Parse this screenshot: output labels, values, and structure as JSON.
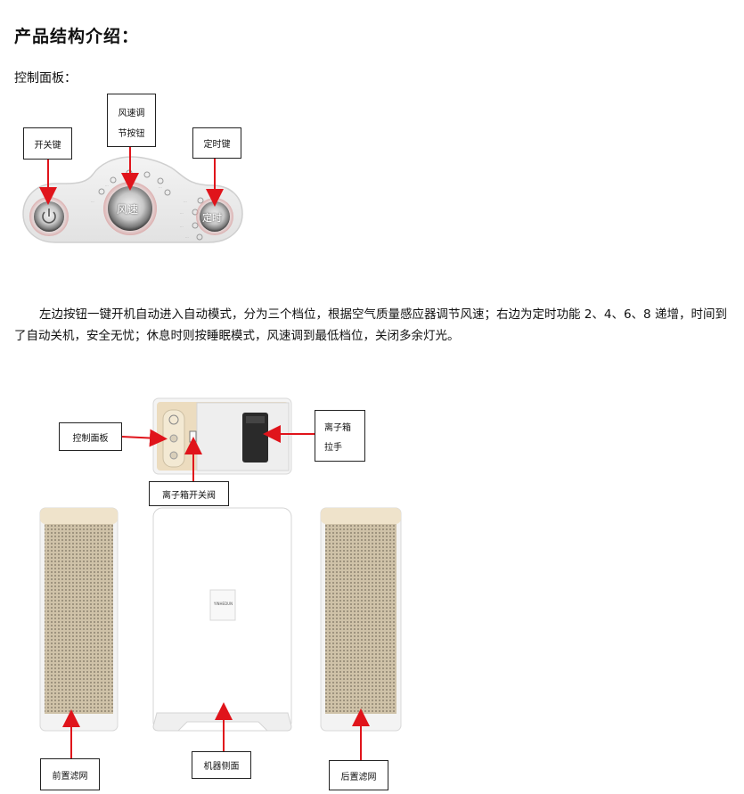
{
  "heading": "产品结构介绍：",
  "subheading": "控制面板：",
  "panel_callouts": {
    "power": "开关键",
    "speed_line1": "风速调",
    "speed_line2": "节按钮",
    "timer": "定时键"
  },
  "panel_buttons": {
    "speed": "风速",
    "timer": "定时"
  },
  "description": "左边按钮一键开机自动进入自动模式，分为三个档位，根据空气质量感应器调节风速；右边为定时功能 2、4、6、8 递增，时间到了自动关机，安全无忧；休息时则按睡眠模式，风速调到最低档位，关闭多余灯光。",
  "structure_callouts": {
    "control_panel": "控制面板",
    "ion_box_handle_line1": "离子箱",
    "ion_box_handle_line2": "拉手",
    "ion_box_valve": "离子箱开关阀",
    "front_filter": "前置滤网",
    "side": "机器侧面",
    "rear_filter": "后置滤网"
  },
  "brand_badge": "YINHEDUN",
  "colors": {
    "arrow": "#e0141b",
    "panel_gray": "#e9e9e9",
    "filter_beige": "#d8cbb4",
    "top_beige": "#efe3cb"
  }
}
